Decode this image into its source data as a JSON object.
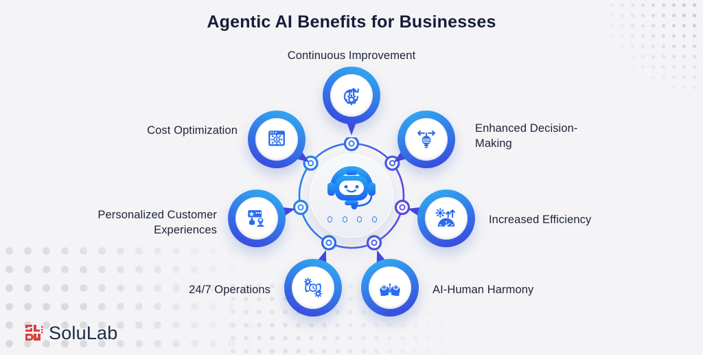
{
  "title": "Agentic AI Benefits for Businesses",
  "benefits": [
    {
      "label": "Continuous Improvement",
      "icon": "continuous-improvement-icon"
    },
    {
      "label": "Cost Optimization",
      "icon": "cost-optimization-icon"
    },
    {
      "label": "Enhanced Decision-Making",
      "icon": "enhanced-decision-making-icon"
    },
    {
      "label": "Personalized Customer Experiences",
      "icon": "personalized-customer-experiences-icon"
    },
    {
      "label": "Increased Efficiency",
      "icon": "increased-efficiency-icon"
    },
    {
      "label": "24/7 Operations",
      "icon": "24-7-operations-icon"
    },
    {
      "label": "AI-Human Harmony",
      "icon": "ai-human-harmony-icon"
    }
  ],
  "center": {
    "icon": "support-robot-icon",
    "dot_count": 4
  },
  "footer": {
    "logo_text": "SoluLab"
  },
  "glyphs": {
    "dollar": "$"
  },
  "colors": {
    "background": "#f4f4f6",
    "title_text": "#151d38",
    "label_text": "#1c2338",
    "bubble_gradient_light": "#31a8f0",
    "bubble_gradient_dark": "#3846de",
    "tail": "#4348dd",
    "ring_gradient_left": "#2b83f0",
    "ring_gradient_right": "#5a49e6",
    "icon_blue": "#2a6cf0",
    "logo_red": "#d9413f",
    "halftone_dot": "#d9d9de"
  }
}
